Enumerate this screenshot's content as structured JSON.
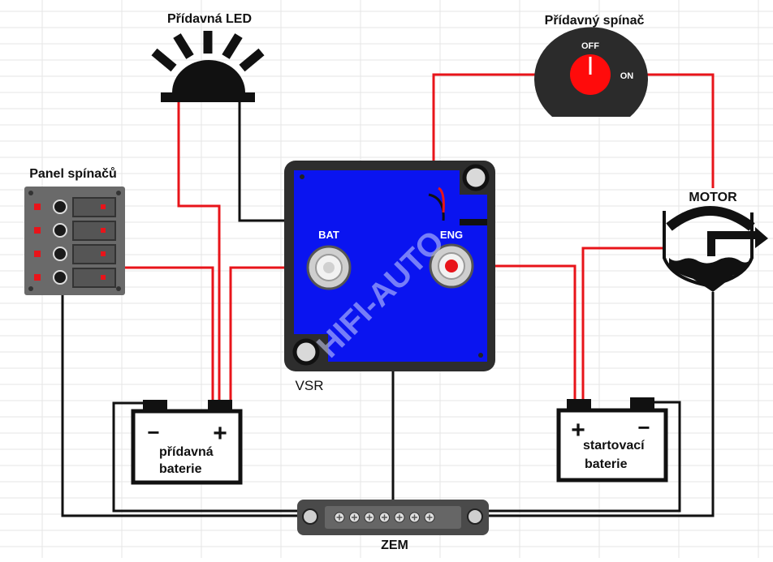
{
  "labels": {
    "led": "Přídavná LED",
    "switch": "Přídavný spínač",
    "switch_off": "OFF",
    "switch_on": "ON",
    "panel": "Panel spínačů",
    "motor": "MOTOR",
    "vsr": "VSR",
    "bat": "BAT",
    "eng": "ENG",
    "aux_battery_line1": "přídavná",
    "aux_battery_line2": "baterie",
    "start_battery_line1": "startovací",
    "start_battery_line2": "baterie",
    "ground": "ZEM",
    "minus": "−",
    "plus": "+"
  },
  "watermark": "HIFI-AUTO",
  "colors": {
    "wire_red": "#e8141a",
    "wire_black": "#111111",
    "vsr_blue": "#0a14f0",
    "background": "#ffffff",
    "grid": "#e6e6e6"
  }
}
